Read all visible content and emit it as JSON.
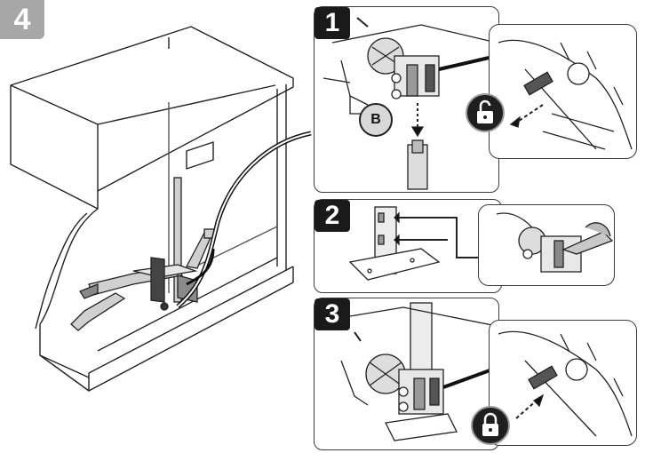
{
  "main_step": "4",
  "panels": [
    {
      "number": "1",
      "label": "B"
    },
    {
      "number": "2"
    },
    {
      "number": "3"
    }
  ],
  "icons": {
    "panel1": "unlock-icon",
    "panel3": "lock-icon"
  }
}
